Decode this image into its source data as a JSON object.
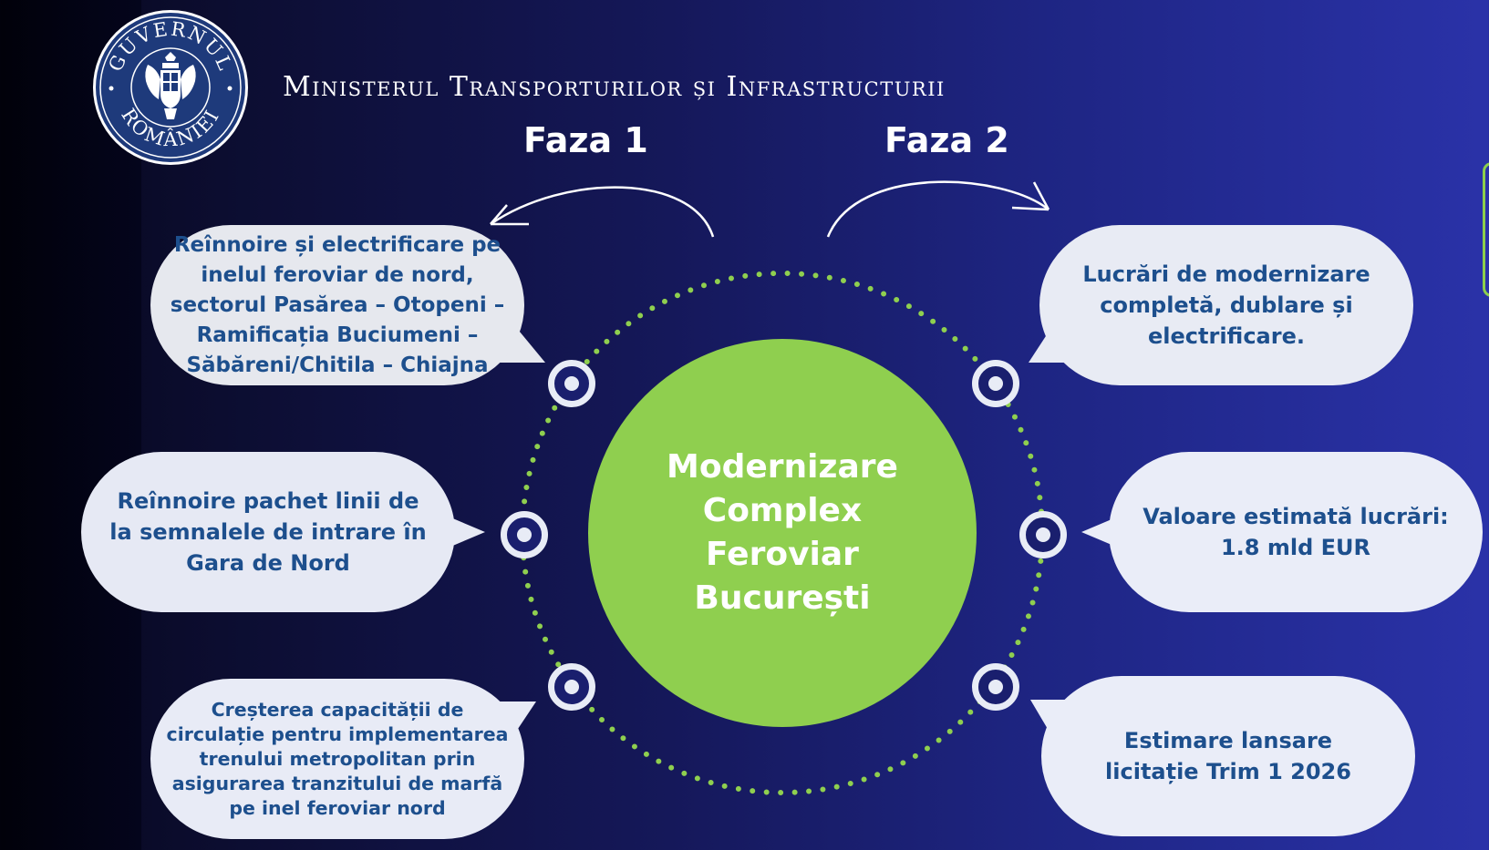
{
  "header": {
    "ministry_name": "Ministerul Transporturilor  și Infrastructurii",
    "logo_text_top": "GUVERNUL",
    "logo_text_bottom": "ROMÂNIEI"
  },
  "phases": [
    {
      "label": "Faza 1"
    },
    {
      "label": "Faza 2"
    }
  ],
  "center": {
    "title": "Modernizare Complex Feroviar București"
  },
  "phase1_items": [
    {
      "text": "Reînnoire și electrificare pe inelul feroviar de nord, sectorul Pasărea – Otopeni – Ramificația Buciumeni – Săbăreni/Chitila – Chiajna"
    },
    {
      "text": "Reînnoire pachet linii de la semnalele de intrare în Gara de Nord"
    },
    {
      "text": "Creșterea capacității de circulație pentru implementarea trenului metropolitan prin asigurarea tranzitului de marfă pe inel feroviar nord"
    }
  ],
  "phase2_items": [
    {
      "text": "Lucrări de modernizare completă, dublare și electrificare."
    },
    {
      "text": "Valoare estimată lucrări: 1.8 mld EUR"
    },
    {
      "text": "Estimare lansare licitație Trim 1 2026"
    }
  ],
  "colors": {
    "accent_green": "#8fcf4f",
    "bubble_text": "#1d4f8d",
    "background_dark": "#05051a",
    "background_blue": "#2a32a8"
  }
}
